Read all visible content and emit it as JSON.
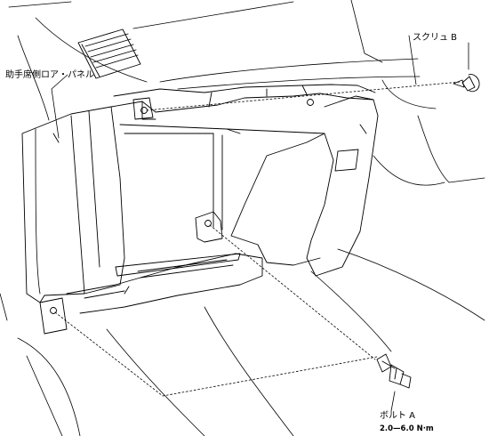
{
  "labels": {
    "panel": "助手席側ロア・パネル",
    "screw": "スクリュ B",
    "bolt": "ボルト A",
    "torque": "2.0—6.0 N·m"
  },
  "colors": {
    "line": "#000000",
    "background": "#ffffff"
  },
  "icons": [
    "vent-grille",
    "screw-b-icon",
    "bolt-a-icon"
  ]
}
